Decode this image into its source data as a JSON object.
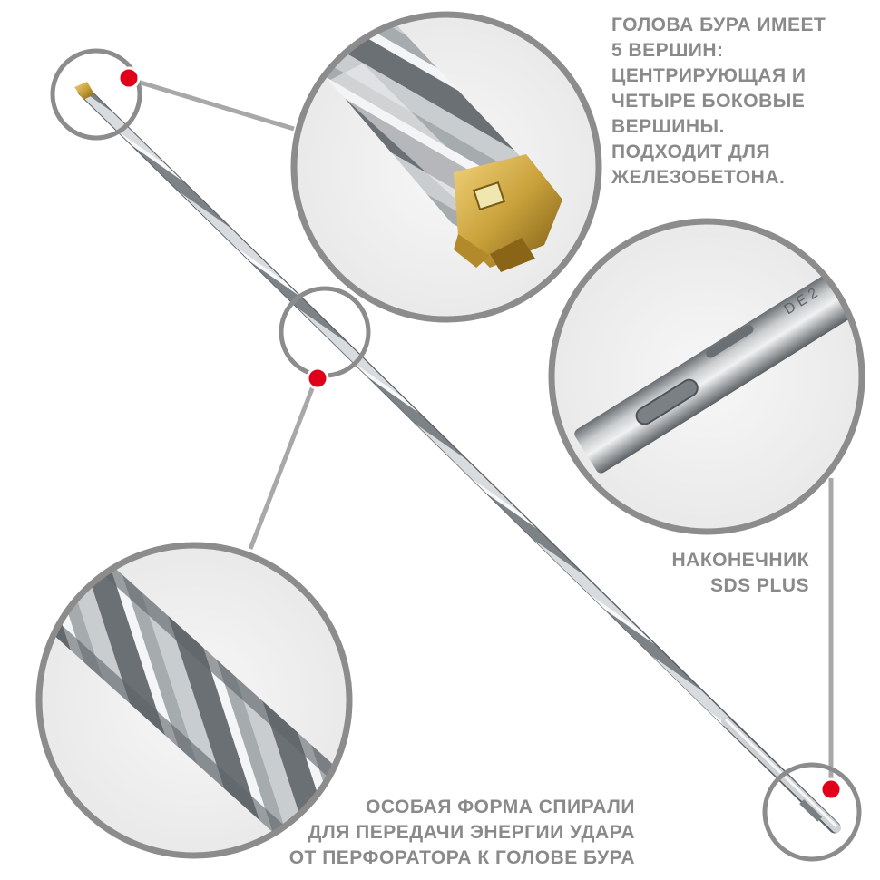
{
  "captions": {
    "drill_head": {
      "lines": [
        "ГОЛОВА БУРА ИМЕЕТ",
        "5 ВЕРШИН:",
        "ЦЕНТРИРУЮЩАЯ И",
        "ЧЕТЫРЕ БОКОВЫЕ",
        "ВЕРШИНЫ.",
        "ПОДХОДИТ ДЛЯ",
        "ЖЕЛЕЗОБЕТОНА."
      ]
    },
    "sds_tip": {
      "lines": [
        "НАКОНЕЧНИК",
        "SDS PLUS"
      ]
    },
    "spiral": {
      "lines": [
        "ОСОБАЯ ФОРМА СПИРАЛИ",
        "ДЛЯ ПЕРЕДАЧИ ЭНЕРГИИ УДАРА",
        "ОТ ПЕРФОРАТОРА К ГОЛОВЕ БУРА"
      ]
    }
  },
  "shank_marking": "D E 2",
  "colors": {
    "background": "#ffffff",
    "caption_text": "#8a8a8a",
    "circle_ring": "#8c8c8c",
    "connector_line": "#a8a8a8",
    "marker_dot": "#e0001a",
    "steel_light": "#e6e8ea",
    "steel_dark": "#6f7478",
    "carbide_gold": "#c9a13b"
  },
  "icons": [
    "marker-dot-icon",
    "drill-bit-image"
  ]
}
